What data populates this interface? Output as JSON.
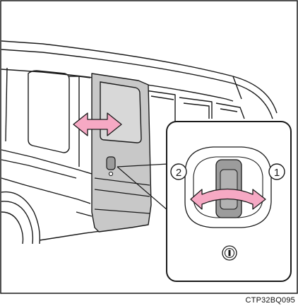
{
  "figure": {
    "code": "CTP32BQ095",
    "callouts": [
      "1",
      "2"
    ]
  },
  "colors": {
    "arrow": "#f6a9c4",
    "door": "#c8c8c8",
    "outline": "#1a1a1a",
    "handle": "#9c9c9c"
  }
}
